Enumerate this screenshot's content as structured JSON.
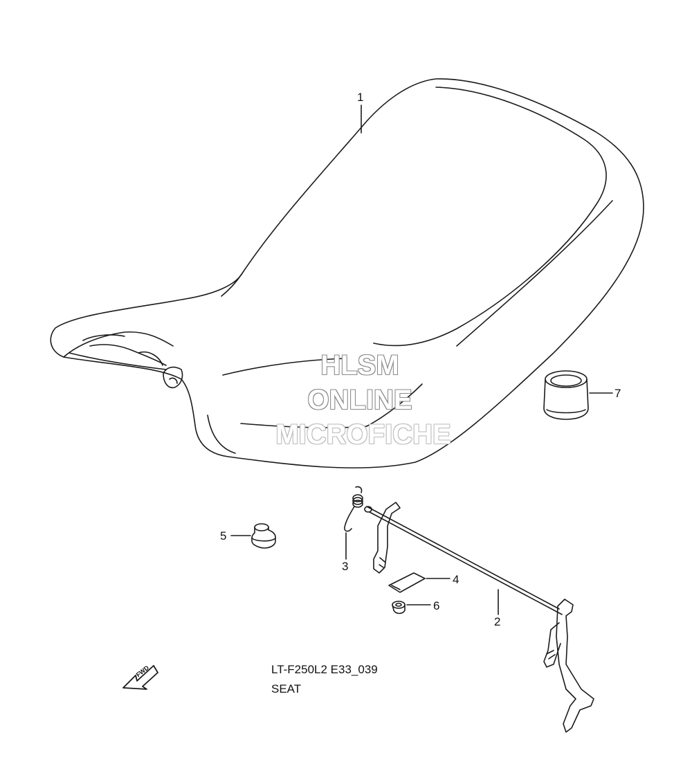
{
  "callouts": [
    "1",
    "2",
    "3",
    "4",
    "5",
    "6",
    "7"
  ],
  "watermark": {
    "line1": "HLSM",
    "line2": "ONLINE",
    "line3": "MICROFICHE"
  },
  "caption": {
    "code": "LT-F250L2 E33_039",
    "title": "SEAT"
  },
  "fwd_label": "FWD",
  "stroke_color": "#1a1a1a"
}
